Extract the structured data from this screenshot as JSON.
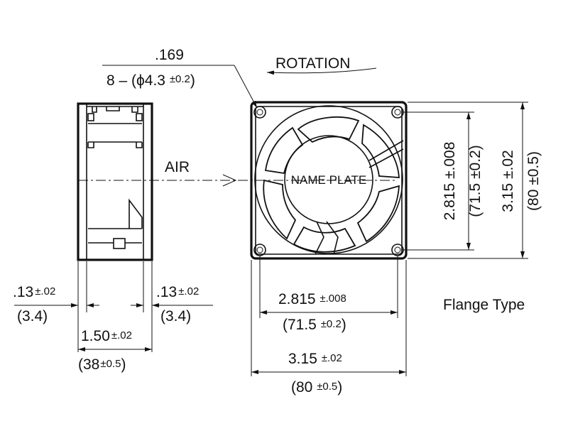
{
  "diagram": {
    "hole_callout": {
      "inch_value": ".169",
      "prefix": "8 – (ϕ4.3 ",
      "tolerance": "±0.2",
      "suffix": ")"
    },
    "rotation_label": "ROTATION",
    "air_label": "AIR",
    "nameplate_label": "NAME PLATE",
    "type_label": "Flange Type",
    "side_view": {
      "left_flange": {
        "inch": ".13",
        "inch_tol": "±.02",
        "mm": "(3.4)"
      },
      "right_flange": {
        "inch": ".13",
        "inch_tol": "±.02",
        "mm": "(3.4)"
      },
      "depth": {
        "inch": "1.50",
        "inch_tol": "±.02",
        "mm_open": "(38",
        "mm_tol": "±0.5",
        "mm_close": ")"
      }
    },
    "front_view": {
      "hole_pitch_horizontal": {
        "inch": "2.815 ",
        "inch_tol": "±.008",
        "mm_open": "(71.5 ",
        "mm_tol": "±0.2",
        "mm_close": ")"
      },
      "overall_width": {
        "inch": "3.15 ",
        "inch_tol": "±.02",
        "mm_open": "(80 ",
        "mm_tol": "±0.5",
        "mm_close": ")"
      },
      "hole_pitch_vertical": {
        "inch": "2.815 ±.008",
        "mm": "(71.5 ±0.2)"
      },
      "overall_height": {
        "inch": "3.15 ±.02",
        "mm": "(80 ±0.5)"
      }
    }
  }
}
